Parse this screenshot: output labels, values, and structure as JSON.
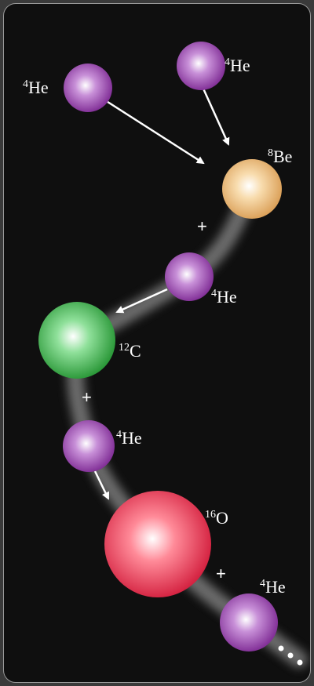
{
  "colors": {
    "background": "#0f0f0f",
    "frame_border": "#9a9a9a",
    "helium": "#a040b0",
    "beryllium": "#f0c080",
    "carbon": "#40b050",
    "oxygen": "#ee3050",
    "arrow": "#ffffff",
    "trail": "#8a8a8a"
  },
  "labels": {
    "he_left": {
      "mass": "4",
      "symbol": "He"
    },
    "he_top": {
      "mass": "4",
      "symbol": "He"
    },
    "be8": {
      "mass": "8",
      "symbol": "Be"
    },
    "he_mid": {
      "mass": "4",
      "symbol": "He"
    },
    "c12": {
      "mass": "12",
      "symbol": "C"
    },
    "he_lower": {
      "mass": "4",
      "symbol": "He"
    },
    "o16": {
      "mass": "16",
      "symbol": "O"
    },
    "he_bottom": {
      "mass": "4",
      "symbol": "He"
    }
  },
  "plus_sign": "+",
  "continuation": "..."
}
